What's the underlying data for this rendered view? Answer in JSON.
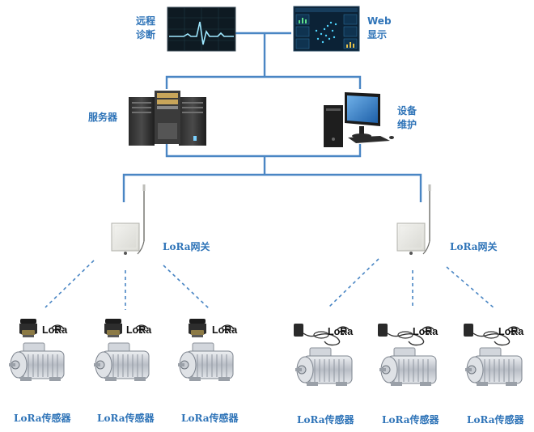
{
  "labels": {
    "remote_diagnosis_line1": "远程",
    "remote_diagnosis_line2": "诊断",
    "web_display_line1": "Web",
    "web_display_line2": "显示",
    "server": "服务器",
    "maintenance_line1": "设备",
    "maintenance_line2": "维护",
    "gateway_left": "LoRa网关",
    "gateway_right": "LoRa网关",
    "sensor": "LoRa传感器"
  },
  "lora_logo_text": "LoRa",
  "colors": {
    "link_line": "#4a86c4",
    "label": "#2f74b8",
    "wireless_dash": "#4a86c4"
  },
  "icons": [
    "ecg-monitor-icon",
    "web-dashboard-icon",
    "server-rack-icon",
    "desktop-computer-icon",
    "lora-gateway-icon",
    "motor-icon",
    "sensor-icon",
    "lora-logo-icon"
  ]
}
